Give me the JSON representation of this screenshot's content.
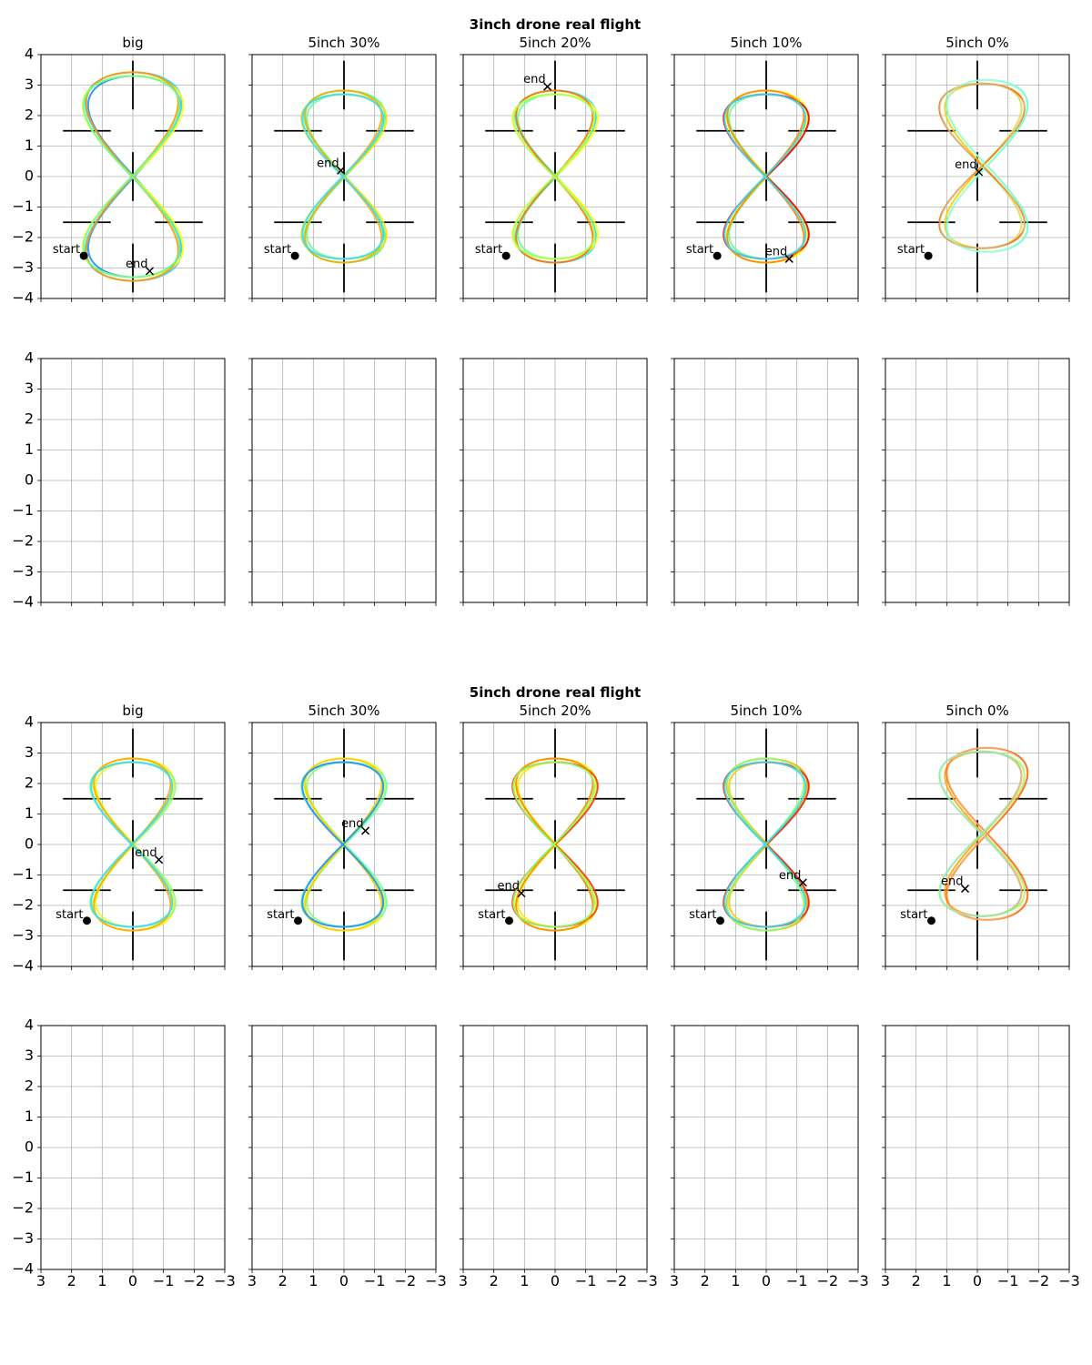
{
  "chart_data": [
    {
      "type": "line",
      "figure_title": "3inch drone real flight",
      "xlim": [
        3,
        -3
      ],
      "ylim": [
        -4,
        4
      ],
      "xticks": [
        3,
        2,
        1,
        0,
        -1,
        -2,
        -3
      ],
      "yticks": [
        4,
        3,
        2,
        1,
        0,
        -1,
        -2,
        -3,
        -4
      ],
      "grid": true,
      "colormap": "jet",
      "gates": [
        {
          "x": 1.5,
          "y": 1.5
        },
        {
          "x": -1.5,
          "y": 1.5
        },
        {
          "x": 1.5,
          "y": -1.5
        },
        {
          "x": -1.5,
          "y": -1.5
        },
        {
          "x": 0,
          "y": 3.0
        },
        {
          "x": 0,
          "y": 0
        },
        {
          "x": 0,
          "y": -3.0
        }
      ],
      "panels": [
        {
          "title": "big",
          "start": {
            "x": 1.6,
            "y": -2.6,
            "label": "start"
          },
          "end": {
            "x": -0.55,
            "y": -3.1,
            "label": "end"
          },
          "shape": "figure8-wide",
          "colors": [
            "#1e90ff",
            "#33ccff",
            "#ffff00",
            "#ff9900",
            "#66ff99"
          ]
        },
        {
          "title": "5inch 30%",
          "start": {
            "x": 1.6,
            "y": -2.6,
            "label": "start"
          },
          "end": {
            "x": 0.1,
            "y": 0.2,
            "label": "end"
          },
          "shape": "figure8",
          "colors": [
            "#66ff99",
            "#44ff88",
            "#ffdd00",
            "#ffaa00",
            "#33ddff"
          ]
        },
        {
          "title": "5inch 20%",
          "start": {
            "x": 1.6,
            "y": -2.6,
            "label": "start"
          },
          "end": {
            "x": 0.25,
            "y": 2.95,
            "label": "end"
          },
          "shape": "figure8",
          "colors": [
            "#66ff99",
            "#33ddff",
            "#ffff00",
            "#ff7700",
            "#aaff55"
          ]
        },
        {
          "title": "5inch 10%",
          "start": {
            "x": 1.6,
            "y": -2.6,
            "label": "start"
          },
          "end": {
            "x": -0.75,
            "y": -2.7,
            "label": "end"
          },
          "shape": "figure8",
          "colors": [
            "#66ff99",
            "#ffff00",
            "#ee0000",
            "#ff8800",
            "#33ddff"
          ]
        },
        {
          "title": "5inch 0%",
          "start": {
            "x": 1.6,
            "y": -2.6,
            "label": "start"
          },
          "end": {
            "x": -0.05,
            "y": 0.15,
            "label": "end"
          },
          "shape": "figure8-offset",
          "colors": [
            "#ffcc00",
            "#66ffcc",
            "#ff6600",
            "#ccffdd",
            "#aaffee"
          ]
        }
      ]
    },
    {
      "type": "line",
      "figure_title": "",
      "xlim": [
        3,
        -3
      ],
      "ylim": [
        -4,
        4
      ],
      "grid": true,
      "panels": [
        {},
        {},
        {},
        {},
        {}
      ]
    },
    {
      "type": "line",
      "figure_title": "5inch drone real flight",
      "xlim": [
        3,
        -3
      ],
      "ylim": [
        -4,
        4
      ],
      "grid": true,
      "panels": [
        {
          "title": "big",
          "start": {
            "x": 1.5,
            "y": -2.5,
            "label": "start"
          },
          "end": {
            "x": -0.85,
            "y": -0.5,
            "label": "end"
          },
          "shape": "figure8",
          "colors": [
            "#ddff22",
            "#ffee00",
            "#88ff77",
            "#ffaa00",
            "#33ddff"
          ]
        },
        {
          "title": "5inch 30%",
          "start": {
            "x": 1.5,
            "y": -2.5,
            "label": "start"
          },
          "end": {
            "x": -0.7,
            "y": 0.45,
            "label": "end"
          },
          "shape": "figure8",
          "colors": [
            "#88ff77",
            "#ddff22",
            "#66ffaa",
            "#ffcc00",
            "#1e90ff"
          ]
        },
        {
          "title": "5inch 20%",
          "start": {
            "x": 1.5,
            "y": -2.5,
            "label": "start"
          },
          "end": {
            "x": 1.1,
            "y": -1.6,
            "label": "end"
          },
          "shape": "figure8",
          "colors": [
            "#ffee00",
            "#ddff22",
            "#ff3300",
            "#ff8800",
            "#88ff77"
          ]
        },
        {
          "title": "5inch 10%",
          "start": {
            "x": 1.5,
            "y": -2.5,
            "label": "start"
          },
          "end": {
            "x": -1.2,
            "y": -1.25,
            "label": "end"
          },
          "shape": "figure8",
          "colors": [
            "#ffcc00",
            "#ffaa00",
            "#ee2200",
            "#88ff77",
            "#33ddff"
          ]
        },
        {
          "title": "5inch 0%",
          "start": {
            "x": 1.5,
            "y": -2.5,
            "label": "start"
          },
          "end": {
            "x": 0.4,
            "y": -1.45,
            "label": "end"
          },
          "shape": "figure8-offset",
          "colors": [
            "#ffaa00",
            "#ff6600",
            "#88ff77",
            "#ffd9b3",
            "#aaccff"
          ]
        }
      ]
    },
    {
      "type": "line",
      "figure_title": "",
      "xlim": [
        3,
        -3
      ],
      "ylim": [
        -4,
        4
      ],
      "grid": true,
      "panels": [
        {},
        {},
        {},
        {},
        {}
      ]
    }
  ]
}
